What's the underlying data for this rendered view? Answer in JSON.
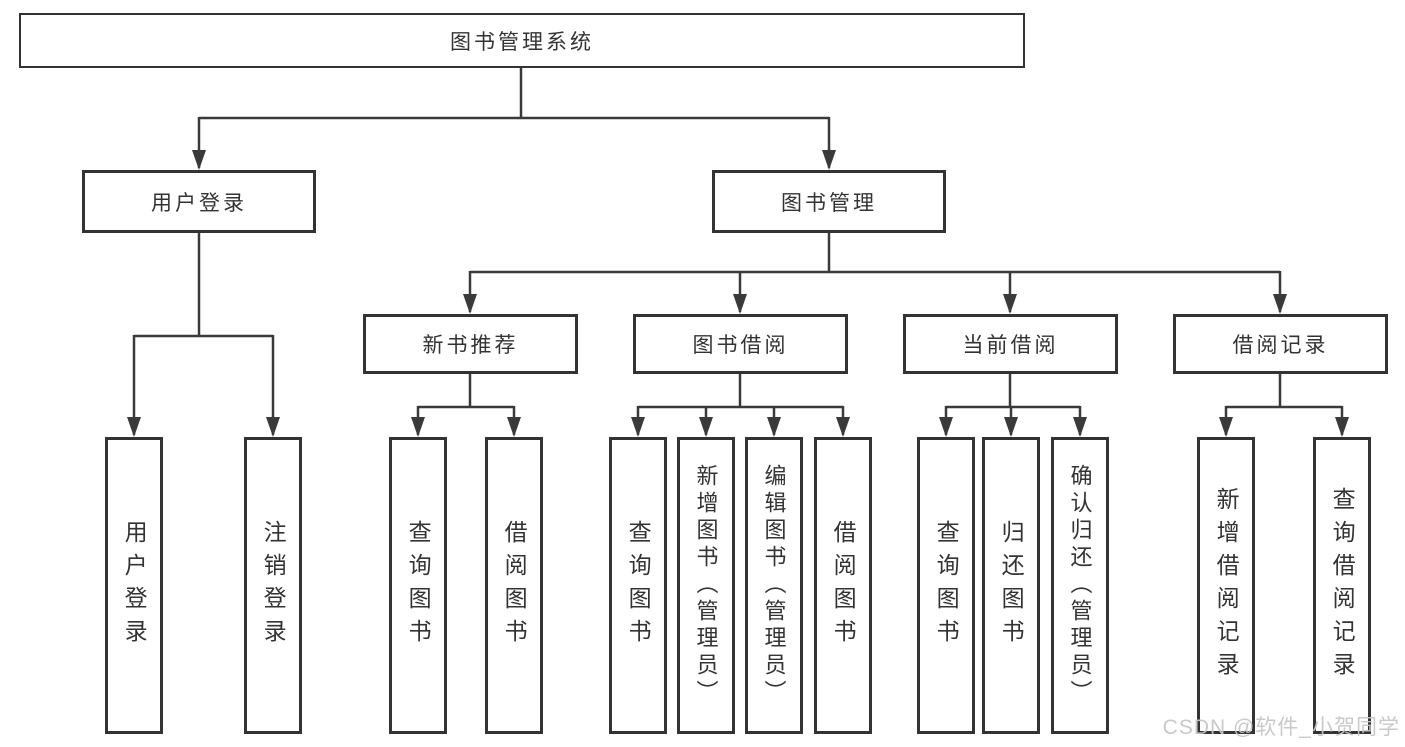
{
  "colors": {
    "background": "#ffffff",
    "box_border": "#333333",
    "box_fill": "#ffffff",
    "line": "#3a3a3a",
    "text": "#333333",
    "watermark": "#c6c6c6"
  },
  "watermark": {
    "text": "CSDN @软件_小贺同学"
  },
  "diagram": {
    "type": "tree",
    "root": {
      "label": "图书管理系统"
    },
    "branches": [
      {
        "label": "用户登录",
        "children": [
          {
            "label": "用户登录"
          },
          {
            "label": "注销登录"
          }
        ]
      },
      {
        "label": "图书管理",
        "children": [
          {
            "label": "新书推荐",
            "children": [
              {
                "label": "查询图书"
              },
              {
                "label": "借阅图书"
              }
            ]
          },
          {
            "label": "图书借阅",
            "children": [
              {
                "label": "查询图书"
              },
              {
                "label": "新增图书（管理员）"
              },
              {
                "label": "编辑图书（管理员）"
              },
              {
                "label": "借阅图书"
              }
            ]
          },
          {
            "label": "当前借阅",
            "children": [
              {
                "label": "查询图书"
              },
              {
                "label": "归还图书"
              },
              {
                "label": "确认归还（管理员）"
              }
            ]
          },
          {
            "label": "借阅记录",
            "children": [
              {
                "label": "新增借阅记录"
              },
              {
                "label": "查询借阅记录"
              }
            ]
          }
        ]
      }
    ]
  }
}
